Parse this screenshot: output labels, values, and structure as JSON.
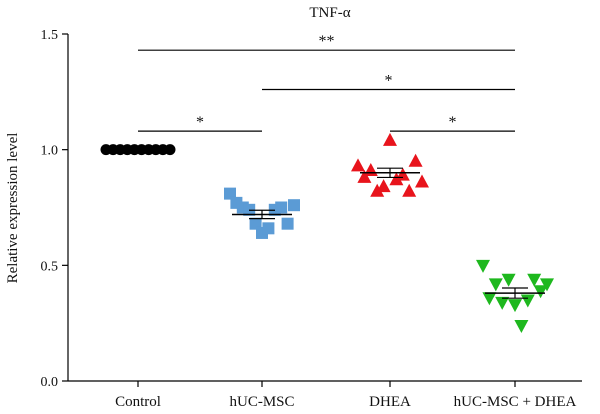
{
  "chart_data": {
    "type": "scatter",
    "title": "TNF-α",
    "xlabel": "",
    "ylabel": "Relative expression level",
    "ylim": [
      0.0,
      1.5
    ],
    "yticks": [
      "0.0",
      "0.5",
      "1.0",
      "1.5"
    ],
    "grid": false,
    "categories": [
      "Control",
      "hUC-MSC",
      "DHEA",
      "hUC-MSC + DHEA"
    ],
    "groups": [
      {
        "name": "Control",
        "color": "#000000",
        "marker": "circle",
        "values": [
          1.0,
          1.0,
          1.0,
          1.0,
          1.0,
          1.0,
          1.0,
          1.0,
          1.0,
          1.0
        ],
        "mean": 1.0,
        "sem": 0.0
      },
      {
        "name": "hUC-MSC",
        "color": "#5b9bd5",
        "marker": "square",
        "values": [
          0.81,
          0.77,
          0.75,
          0.74,
          0.68,
          0.64,
          0.66,
          0.74,
          0.75,
          0.68,
          0.76
        ],
        "mean": 0.72,
        "sem": 0.018
      },
      {
        "name": "DHEA",
        "color": "#e8141c",
        "marker": "triangle-up",
        "values": [
          0.93,
          0.88,
          0.91,
          0.82,
          0.84,
          1.04,
          0.87,
          0.89,
          0.82,
          0.95,
          0.86
        ],
        "mean": 0.9,
        "sem": 0.02
      },
      {
        "name": "hUC-MSC + DHEA",
        "color": "#1eb81e",
        "marker": "triangle-down",
        "values": [
          0.5,
          0.36,
          0.42,
          0.34,
          0.44,
          0.33,
          0.24,
          0.35,
          0.44,
          0.39,
          0.42
        ],
        "mean": 0.38,
        "sem": 0.022
      }
    ],
    "significance": [
      {
        "from": "Control",
        "to": "hUC-MSC",
        "label": "*",
        "y": 1.08
      },
      {
        "from": "hUC-MSC",
        "to": "hUC-MSC + DHEA",
        "label": "*",
        "y": 1.26
      },
      {
        "from": "Control",
        "to": "hUC-MSC + DHEA",
        "label": "**",
        "y": 1.43
      },
      {
        "from": "DHEA",
        "to": "hUC-MSC + DHEA",
        "label": "*",
        "y": 1.08
      }
    ]
  }
}
